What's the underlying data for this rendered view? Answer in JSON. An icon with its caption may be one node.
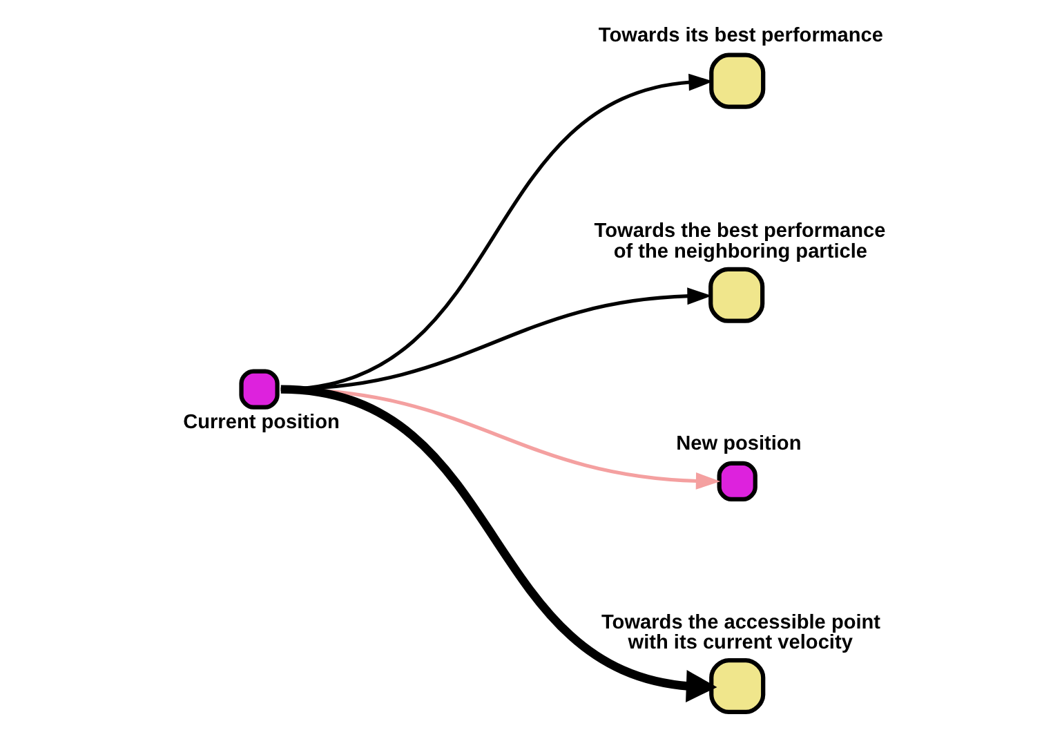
{
  "diagram": {
    "nodes": [
      {
        "text": [
          "Towards its best performance"
        ]
      },
      {
        "text": [
          "Towards the best performance of the neighboring particle"
        ]
      },
      {
        "text": [
          "New position"
        ]
      },
      {
        "text": [
          "Current position"
        ]
      },
      {
        "text": [
          "Towards the accessible point with its current velocity"
        ]
      }
    ],
    "edges": [
      {
        "from": 3,
        "to": 0,
        "arrow": "to"
      },
      {
        "from": 3,
        "to": 2,
        "arrow": "to",
        "color": "#f4a0a0"
      },
      {
        "from": 3,
        "to": 1,
        "arrow": "to"
      },
      {
        "from": 3,
        "to": 4,
        "arrow": "to",
        "style": "thick"
      }
    ]
  }
}
